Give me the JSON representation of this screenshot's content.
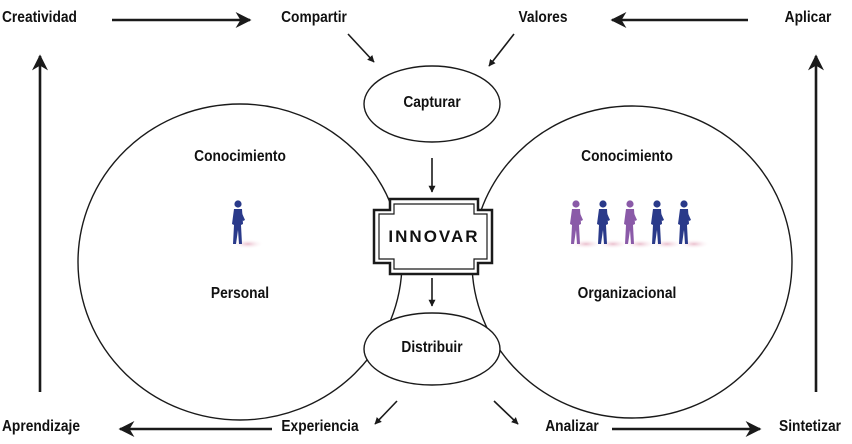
{
  "diagram": {
    "top_labels": {
      "creatividad": "Creatividad",
      "compartir": "Compartir",
      "valores": "Valores",
      "aplicar": "Aplicar"
    },
    "bottom_labels": {
      "aprendizaje": "Aprendizaje",
      "experiencia": "Experiencia",
      "analizar": "Analizar",
      "sintetizar": "Sintetizar"
    },
    "center": {
      "capturar": "Capturar",
      "innovar": "INNOVAR",
      "distribuir": "Distribuir"
    },
    "personal_circle": {
      "heading": "Conocimiento",
      "subheading": "Personal",
      "figure_count": 1
    },
    "organizational_circle": {
      "heading": "Conocimiento",
      "subheading": "Organizacional",
      "figure_count": 5
    },
    "colors": {
      "line": "#1a1a1a",
      "figure_blue": "#2a3a8a",
      "figure_purple": "#8a5aa8",
      "figure_shadow": "#e8c8d0"
    }
  }
}
